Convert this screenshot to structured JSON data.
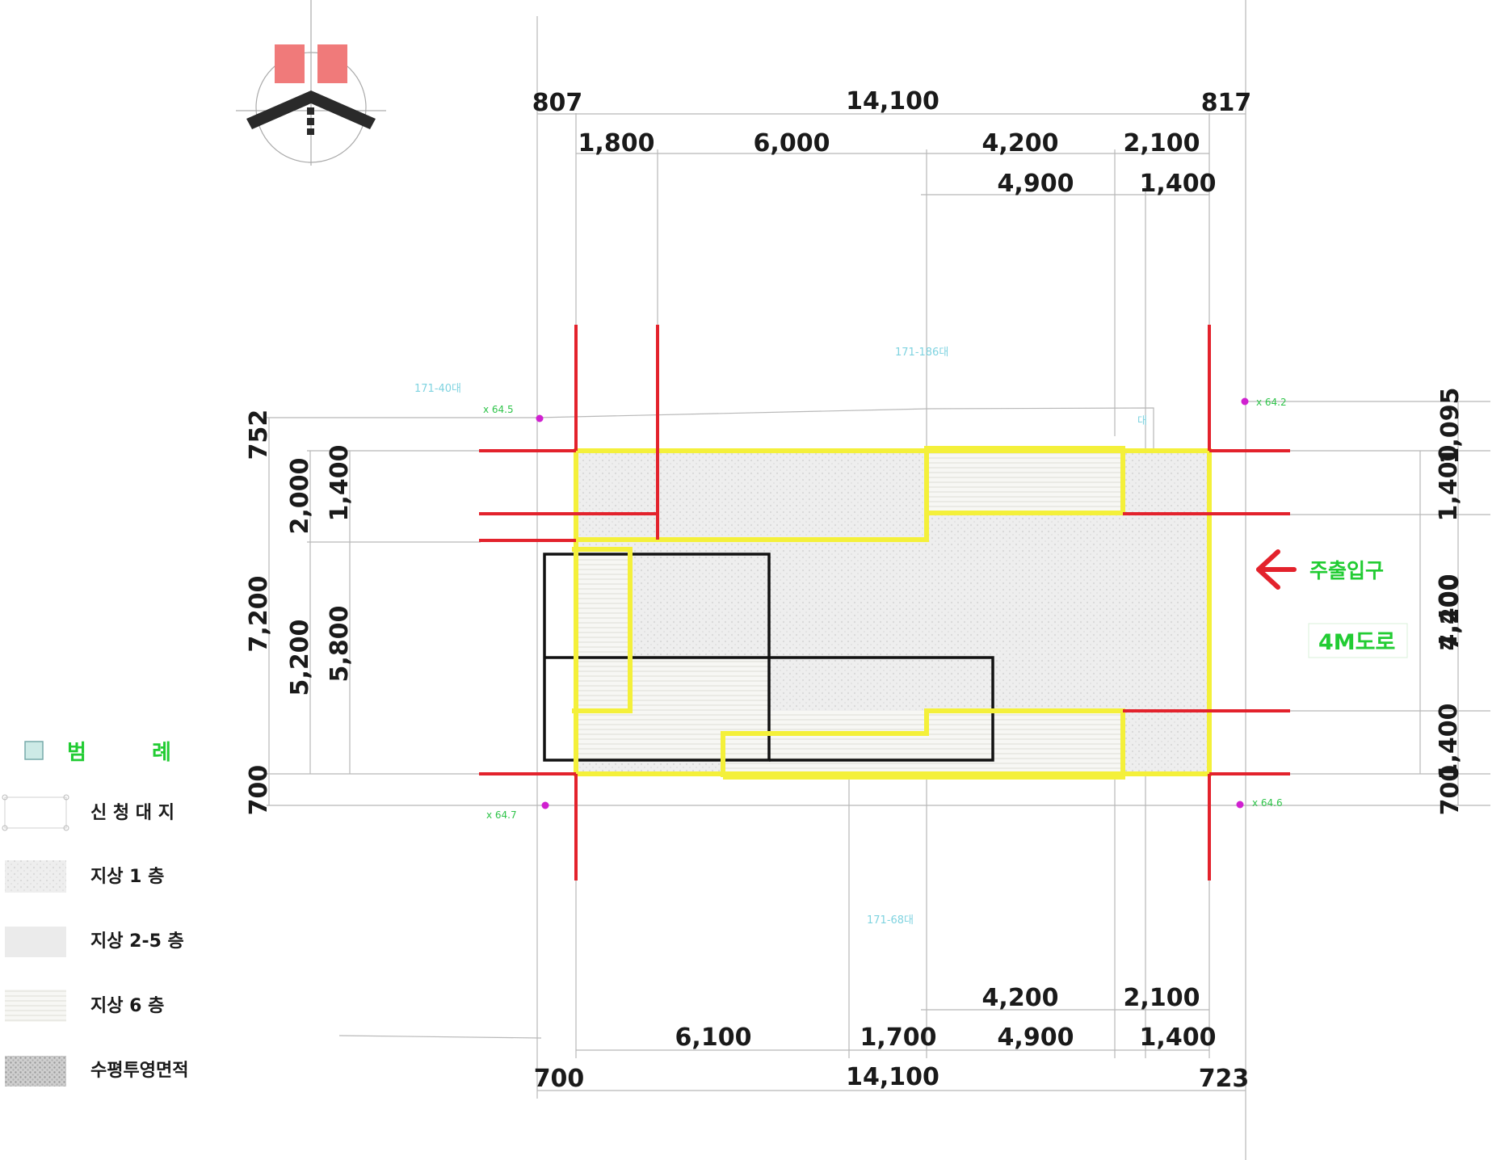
{
  "dims_top_row1": [
    "807",
    "14,100",
    "817"
  ],
  "dims_top_row2": [
    "1,800",
    "6,000",
    "4,200",
    "2,100"
  ],
  "dims_top_row3": [
    "4,900",
    "1,400"
  ],
  "dims_bottom_row1": [
    "4,200",
    "2,100"
  ],
  "dims_bottom_row2": [
    "6,100",
    "1,700",
    "4,900",
    "1,400"
  ],
  "dims_bottom_row3": [
    "700",
    "14,100",
    "723"
  ],
  "dims_left_outer": [
    "752",
    "7,200",
    "700"
  ],
  "dims_left_mid": [
    "2,000",
    "5,200"
  ],
  "dims_left_inner": [
    "1,400",
    "5,800"
  ],
  "dims_right_inner": [
    "1,400",
    "4,400",
    "1,400"
  ],
  "dims_right_outer": [
    "1,095",
    "7,200",
    "700"
  ],
  "lot_labels": {
    "top": "171-186대",
    "left": "171-40대",
    "bottom": "171-68대",
    "corner": "대"
  },
  "elevations": {
    "top_left": "x 64.5",
    "top_right": "x 64.2",
    "bottom_left": "x 64.7",
    "bottom_right": "x 64.6"
  },
  "entrance_label": "주출입구",
  "road_label": "4M도로",
  "legend": {
    "title_left": "범",
    "title_right": "례",
    "items": [
      {
        "label": "신 청 대 지",
        "swatch": "site"
      },
      {
        "label": "지상 1 층",
        "swatch": "floor1"
      },
      {
        "label": "지상 2-5 층",
        "swatch": "floor2_5"
      },
      {
        "label": "지상 6 층",
        "swatch": "floor6"
      },
      {
        "label": "수평투영면적",
        "swatch": "projection"
      }
    ]
  },
  "colors": {
    "setback": "#e3222c",
    "building_outline": "#f4f03a",
    "green_label": "#22cc33",
    "lot_text": "#7fd3e0",
    "survey_point": "#d020d0"
  }
}
